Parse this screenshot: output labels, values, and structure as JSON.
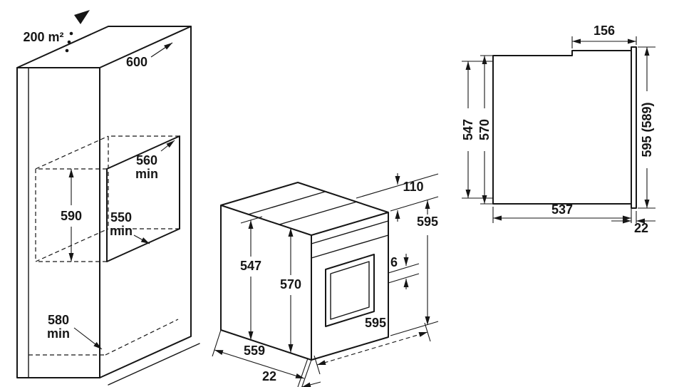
{
  "cabinet": {
    "ventilation": "200 m²",
    "top_depth": "600",
    "niche_width": "560",
    "niche_width_min": "min",
    "niche_height": "590",
    "niche_depth": "550",
    "niche_depth_min": "min",
    "base_depth": "580",
    "base_depth_min": "min"
  },
  "oven": {
    "fascia_height": "110",
    "overall_height": "595",
    "cavity_height": "547",
    "body_height": "570",
    "door_clearance": "6",
    "depth": "559",
    "width": "595",
    "door_thickness": "22"
  },
  "side": {
    "top_section": "156",
    "cavity_height": "547",
    "body_height": "570",
    "overall_height": "595 (589)",
    "body_depth": "537",
    "door_thickness": "22"
  }
}
